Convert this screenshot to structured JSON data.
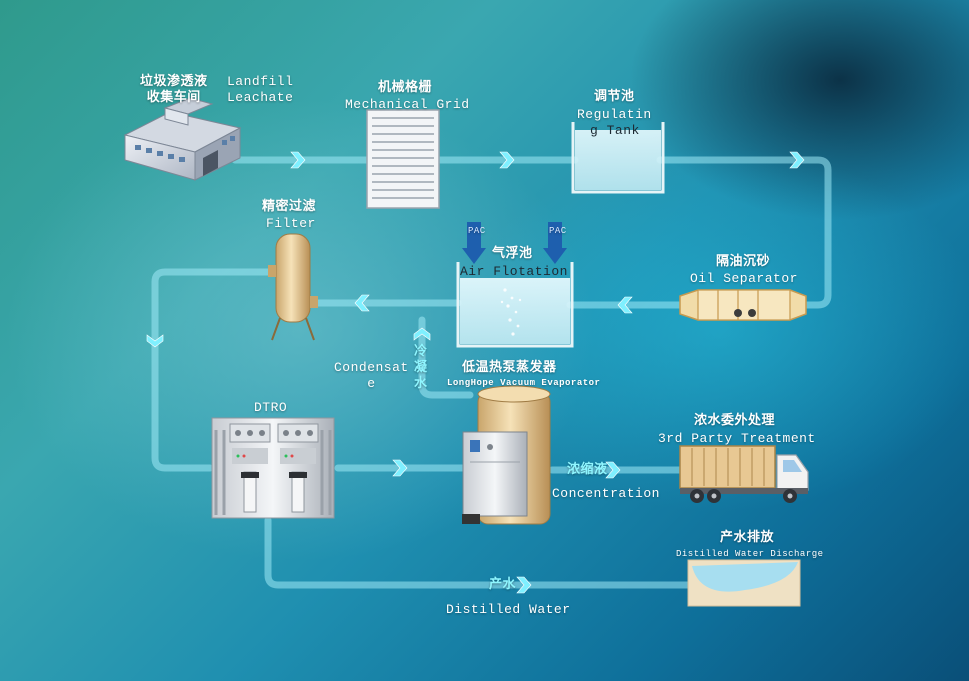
{
  "nodes": {
    "landfill": {
      "cn": "垃圾渗透液",
      "cn2": "收集车间",
      "en": "Landfill",
      "en2": "Leachate"
    },
    "grid": {
      "cn": "机械格栅",
      "en": "Mechanical Grid"
    },
    "regulating": {
      "cn": "调节池",
      "en": "Regulatin",
      "en2": "g Tank"
    },
    "oil_separator": {
      "cn": "隔油沉砂",
      "en": "Oil Separator"
    },
    "air_flotation": {
      "cn": "气浮池",
      "en": "Air Flotation",
      "chemical": "PAC"
    },
    "filter": {
      "cn": "精密过滤",
      "en": "Filter"
    },
    "dtro": {
      "en": "DTRO"
    },
    "evaporator": {
      "cn": "低温热泵蒸发器",
      "en": "LongHope Vacuum Evaporator"
    },
    "third_party": {
      "cn": "浓水委外处理",
      "en": "3rd Party Treatment"
    },
    "discharge": {
      "cn": "产水排放",
      "en": "Distilled Water Discharge"
    }
  },
  "flows": {
    "condensate": {
      "en": "Condensat",
      "en2": "e",
      "cn": "冷",
      "cn2": "凝",
      "cn3": "水"
    },
    "concentration": {
      "cn": "浓缩液",
      "en": "Concentration"
    },
    "distilled": {
      "cn": "产水",
      "en": "Distilled Water"
    }
  },
  "colors": {
    "pipe": "#9fe9f5",
    "arrow": "#7ff0ff",
    "label": "#ffffff",
    "accent_text": "#8ff6ff",
    "tank_water": "#d8f3f8",
    "vessel": "#e9cf9c",
    "pac_arrow": "#1e5fae"
  },
  "icons": [
    "factory-icon",
    "grid-screen-icon",
    "tank-icon",
    "oil-separator-icon",
    "flotation-tank-icon",
    "filter-vessel-icon",
    "dtro-unit-icon",
    "evaporator-icon",
    "truck-icon",
    "pond-icon",
    "chevron-right-icon",
    "chevron-left-icon",
    "chevron-down-icon",
    "chevron-up-icon"
  ]
}
